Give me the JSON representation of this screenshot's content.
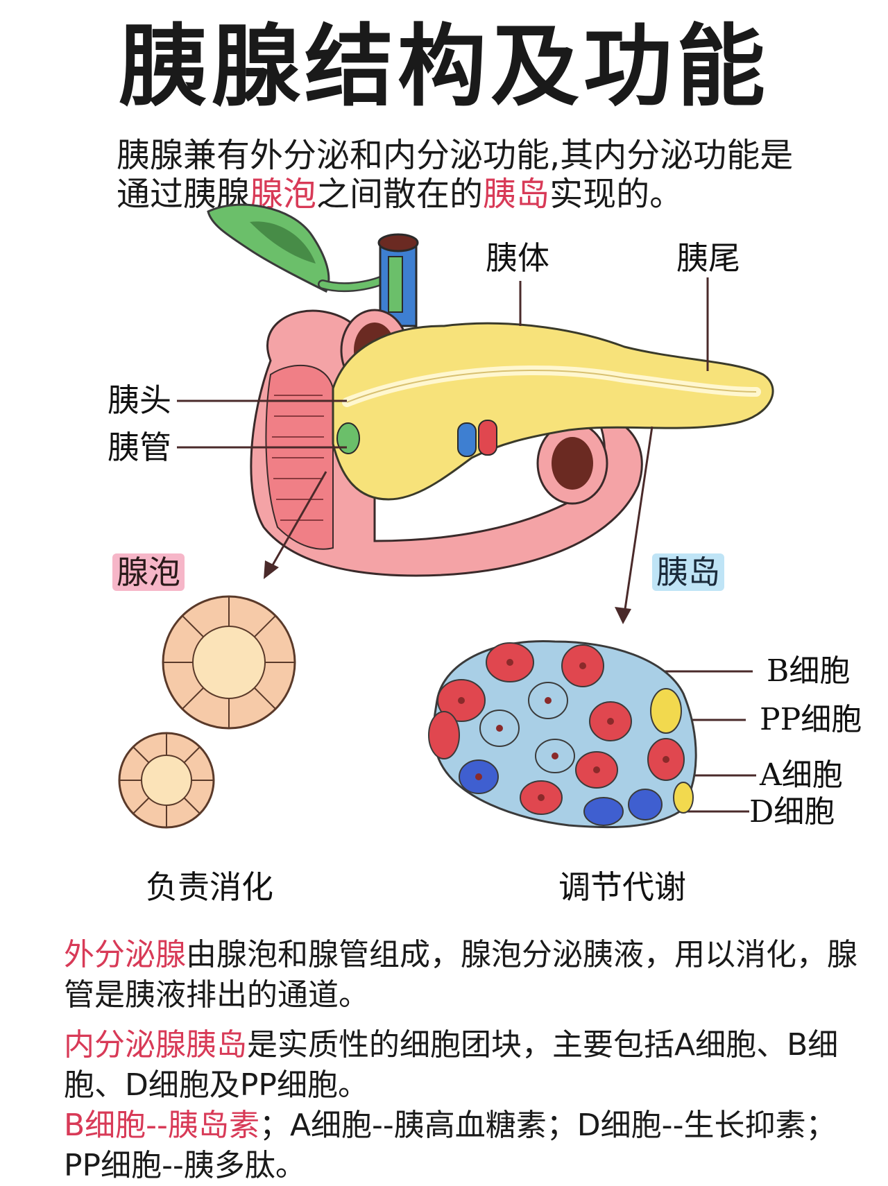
{
  "title": "胰腺结构及功能",
  "intro": {
    "part1": "胰腺兼有外分泌和内分泌功能,其内分泌功能是通过胰腺",
    "term1": "腺泡",
    "part2": "之间散在的",
    "term2": "胰岛",
    "part3": "实现的。"
  },
  "labels": {
    "body": "胰体",
    "tail": "胰尾",
    "head": "胰头",
    "duct": "胰管"
  },
  "tags": {
    "acinus": "腺泡",
    "islet": "胰岛"
  },
  "cell_labels": {
    "b": "B细胞",
    "pp": "PP细胞",
    "a": "A细胞",
    "d": "D细胞"
  },
  "captions": {
    "left": "负责消化",
    "right": "调节代谢"
  },
  "paragraphs": {
    "p1_hl": "外分泌腺",
    "p1_text": "由腺泡和腺管组成，腺泡分泌胰液，用以消化，腺管是胰液排出的通道。",
    "p2_hl": "内分泌腺胰岛",
    "p2_text": "是实质性的细胞团块，主要包括A细胞、B细胞、D细胞及PP细胞。",
    "p3_hl": "B细胞--胰岛素",
    "p3_text": "；A细胞--胰高血糖素；D细胞--生长抑素；PP细胞--胰多肽。"
  },
  "colors": {
    "pancreas": "#f7e27a",
    "duodenum": "#f4a3a6",
    "gallbladder": "#6bbf6a",
    "vein": "#3e7fd1",
    "highlight": "#d83a57",
    "alpha_cell": "#e0474f",
    "beta_cell": "#a9cfe6",
    "pp_cell": "#f2d94e",
    "delta_cell": "#3f5fd0",
    "acinus": "#f6caa8"
  }
}
